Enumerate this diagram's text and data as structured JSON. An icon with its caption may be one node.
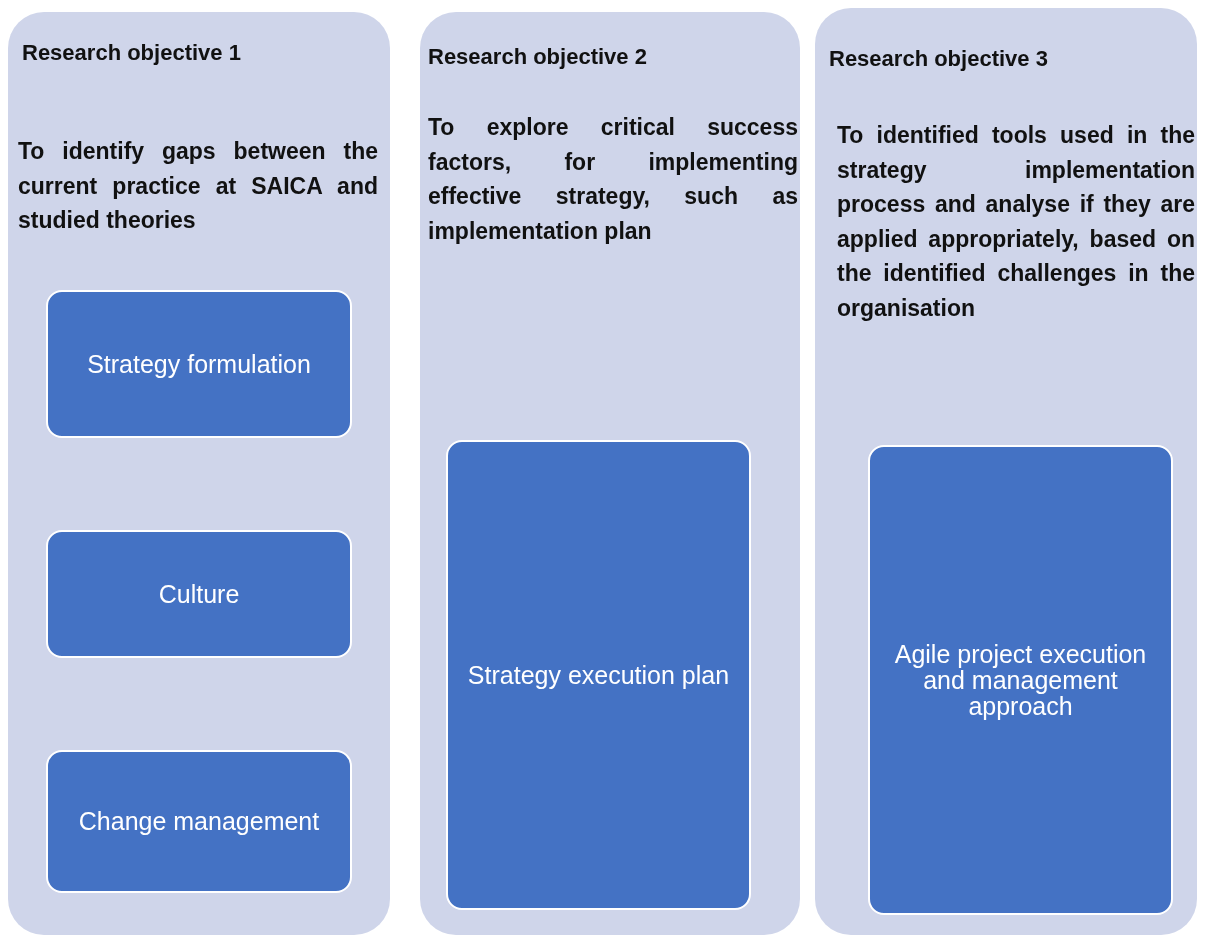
{
  "diagram": {
    "nodes": [
      {
        "text": [
          "Research objective 1",
          "To identify gaps between the current practice at SAICA and studied theories"
        ]
      },
      {
        "text": [
          "Strategy formulation"
        ],
        "in": 0
      },
      {
        "text": [
          "Culture"
        ],
        "in": 0
      },
      {
        "text": [
          "Change management"
        ],
        "in": 0
      },
      {
        "text": [
          "Research objective 2",
          "To explore critical success factors, for implementing effective strategy, such as implementation plan"
        ]
      },
      {
        "text": [
          "Strategy execution plan"
        ],
        "in": 4
      },
      {
        "text": [
          "Research objective 3",
          "To identified tools used in the strategy implementation process and analyse if they are applied appropriately, based on the identified challenges in the organisation"
        ]
      },
      {
        "text": [
          "Agile project execution and management approach"
        ],
        "in": 6
      }
    ]
  }
}
